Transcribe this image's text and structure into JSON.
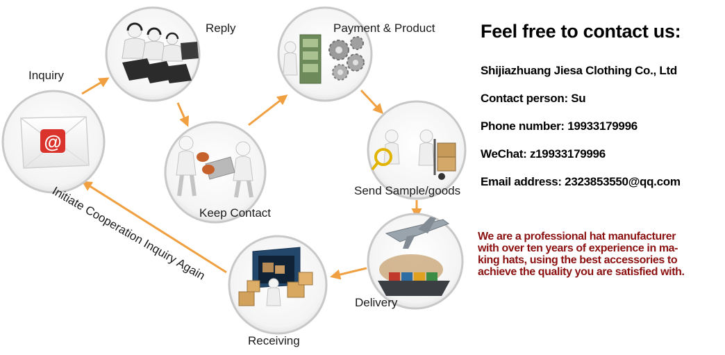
{
  "flow": {
    "steps": [
      {
        "id": "inquiry",
        "label": "Inquiry",
        "icon": "email-envelope-icon"
      },
      {
        "id": "reply",
        "label": "Reply",
        "icon": "call-center-operators-icon"
      },
      {
        "id": "keep_contact",
        "label": "Keep Contact",
        "icon": "handshake-figures-icon"
      },
      {
        "id": "payment_product",
        "label": "Payment & Product",
        "icon": "money-and-gears-icon"
      },
      {
        "id": "send_sample",
        "label": "Send Sample/goods",
        "icon": "magnifier-and-hand-truck-icon"
      },
      {
        "id": "delivery",
        "label": "Delivery",
        "icon": "airplane-ship-globe-icon"
      },
      {
        "id": "receiving",
        "label": "Receiving",
        "icon": "shipping-container-boxes-icon"
      }
    ],
    "loop_label": "Initiate Cooperation Inquiry Again",
    "arrow_color": "#f0a040",
    "circle_border_color": "#c8c8c8"
  },
  "contact": {
    "title": "Feel free to contact us:",
    "company": "Shijiazhuang Jiesa Clothing Co., Ltd",
    "person": "Contact person: Su",
    "phone": "Phone number: 19933179996",
    "wechat": "WeChat: z19933179996",
    "email": "Email address: 2323853550@qq.com"
  },
  "blurb": {
    "lines": [
      "We are a professional hat manufacturer",
      "with over ten years of experience in ma-",
      "king hats, using the best accessories to",
      "achieve the quality you are satisfied with."
    ],
    "color": "#8b1010"
  }
}
